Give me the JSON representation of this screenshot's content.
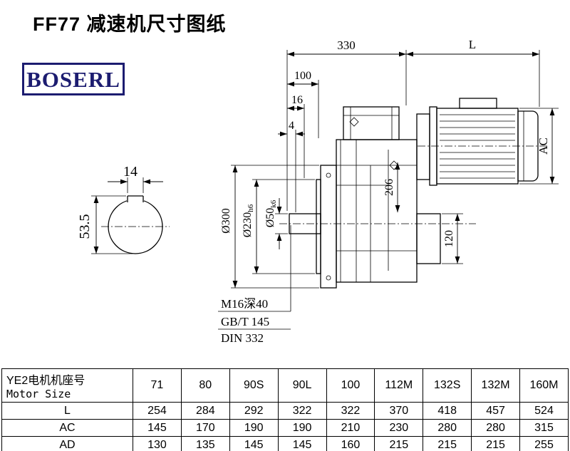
{
  "title": "FF77 减速机尺寸图纸",
  "brand": {
    "name": "BOSERL"
  },
  "drawing": {
    "section": {
      "width": "14",
      "height": "53.5"
    },
    "dims": {
      "len330": "330",
      "lenL": "L",
      "len100": "100",
      "len16": "16",
      "len4": "4",
      "ac": "AC",
      "h206": "206",
      "h120": "120",
      "dia300": "Ø300",
      "dia230": "Ø230",
      "dia230_tol": "h6",
      "dia50": "Ø50",
      "dia50_tol": "k6"
    },
    "notes": {
      "thread": "M16深40",
      "std1": "GB/T 145",
      "std2": "DIN 332"
    }
  },
  "table": {
    "header_cn": "YE2电机机座号",
    "header_en": "Motor Size",
    "sizes": [
      "71",
      "80",
      "90S",
      "90L",
      "100",
      "112M",
      "132S",
      "132M",
      "160M"
    ],
    "rows": [
      {
        "label": "L",
        "values": [
          "254",
          "284",
          "292",
          "322",
          "322",
          "370",
          "418",
          "457",
          "524"
        ]
      },
      {
        "label": "AC",
        "values": [
          "145",
          "170",
          "190",
          "190",
          "210",
          "230",
          "280",
          "280",
          "315"
        ]
      },
      {
        "label": "AD",
        "values": [
          "130",
          "135",
          "145",
          "145",
          "160",
          "215",
          "215",
          "215",
          "255"
        ]
      }
    ]
  }
}
